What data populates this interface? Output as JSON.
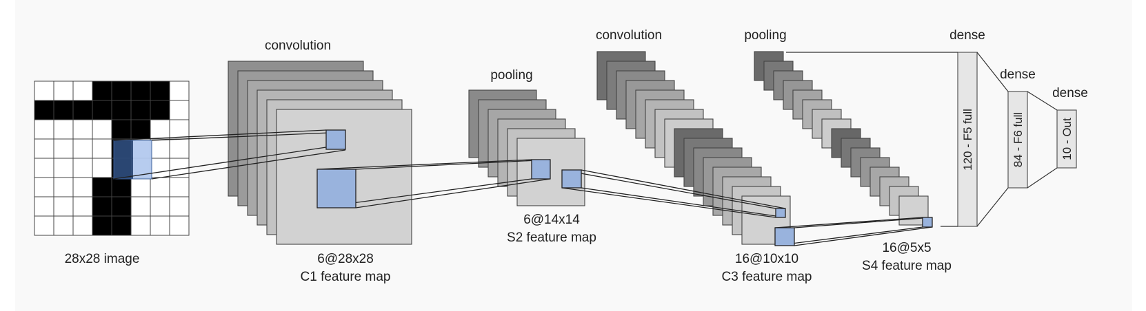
{
  "colors": {
    "panel_bg": "#f9f9f9",
    "black_cell": "#000000",
    "grid_line": "#555555",
    "map_fill_light": "#d4d4d4",
    "map_fill_mid": "#b8b8b8",
    "map_fill_dark": "#8a8a8a",
    "highlight_blue": "#99b3dd",
    "highlight_dark": "#2c4a78",
    "dense_fill": "#e6e6e6"
  },
  "input": {
    "label": "28x28 image",
    "black_cells": [
      [
        0,
        3
      ],
      [
        0,
        4
      ],
      [
        0,
        5
      ],
      [
        0,
        6
      ],
      [
        1,
        0
      ],
      [
        1,
        1
      ],
      [
        1,
        2
      ],
      [
        1,
        3
      ],
      [
        1,
        4
      ],
      [
        1,
        5
      ],
      [
        1,
        6
      ],
      [
        2,
        4
      ],
      [
        2,
        5
      ],
      [
        3,
        4
      ],
      [
        4,
        4
      ],
      [
        5,
        3
      ],
      [
        5,
        4
      ],
      [
        6,
        3
      ],
      [
        6,
        4
      ],
      [
        7,
        3
      ],
      [
        7,
        4
      ]
    ]
  },
  "layers": {
    "c1": {
      "op": "convolution",
      "label_line1": "6@28x28",
      "label_line2": "C1 feature map"
    },
    "s2": {
      "op": "pooling",
      "label_line1": "6@14x14",
      "label_line2": "S2 feature map"
    },
    "c3": {
      "op": "convolution",
      "label_line1": "16@10x10",
      "label_line2": "C3 feature map"
    },
    "s4": {
      "op": "pooling",
      "label_line1": "16@5x5",
      "label_line2": "S4 feature map"
    },
    "f5": {
      "op": "dense",
      "text": "120 - F5 full"
    },
    "f6": {
      "op": "dense",
      "text": "84 - F6 full"
    },
    "out": {
      "op": "dense",
      "text": "10 - Out"
    }
  }
}
